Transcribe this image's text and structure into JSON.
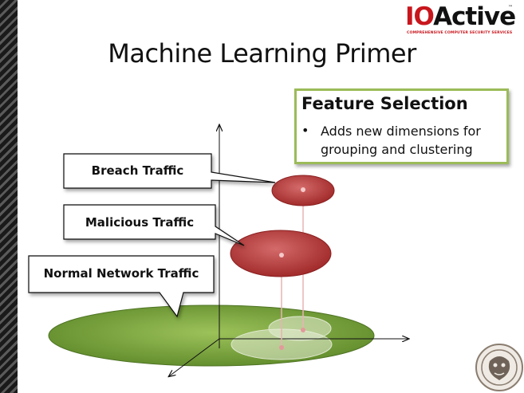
{
  "logo": {
    "brand_io": "IO",
    "brand_rest": "Active",
    "trademark": "™",
    "tagline": "COMPREHENSIVE COMPUTER SECURITY SERVICES"
  },
  "slide": {
    "title": "Machine Learning Primer"
  },
  "feature_box": {
    "title": "Feature Selection",
    "bullet": "Adds new dimensions for grouping and clustering"
  },
  "callouts": {
    "breach": "Breach Traffic",
    "malicious": "Malicious Traffic",
    "normal": "Normal Network Traffic"
  },
  "colors": {
    "green_ellipse": "#7aa23a",
    "red_ellipse": "#b23a3a",
    "feature_border": "#9bbb59",
    "logo_red": "#c8161d"
  }
}
